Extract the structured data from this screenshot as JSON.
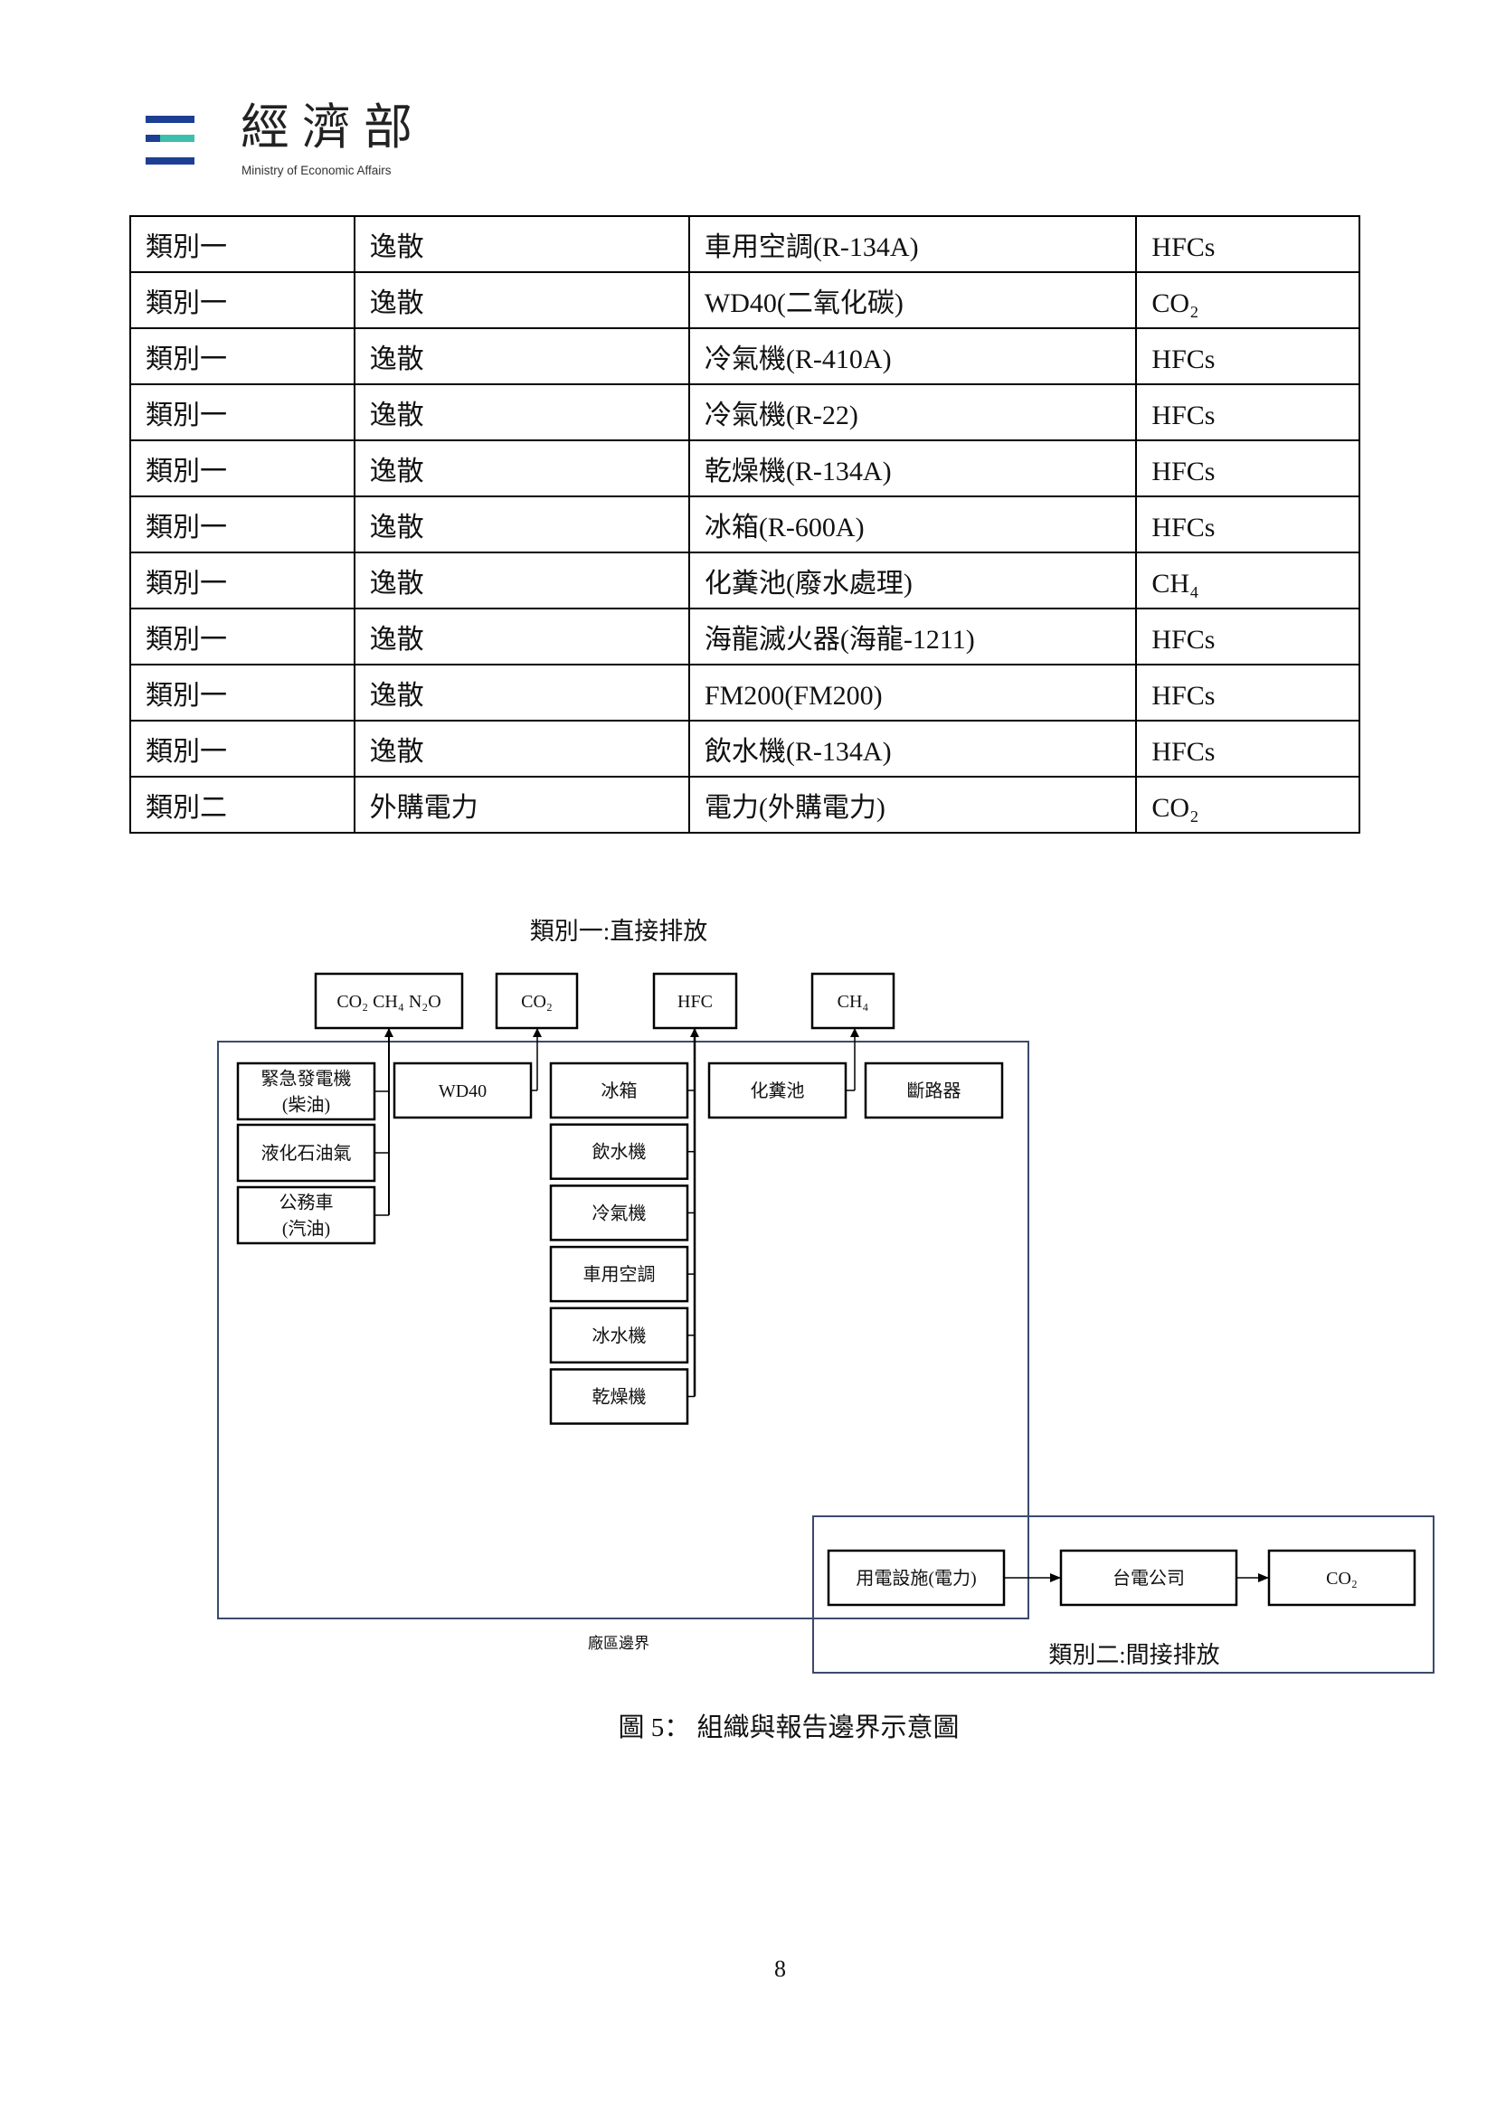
{
  "header": {
    "logo_title": "經濟部",
    "logo_subtitle": "Ministry of Economic Affairs",
    "colors": {
      "navy": "#1d3f93",
      "teal": "#3dbfae"
    }
  },
  "table": {
    "rows": [
      [
        "類別一",
        "逸散",
        "車用空調(R-134A)",
        "HFCs"
      ],
      [
        "類別一",
        "逸散",
        "WD40(二氧化碳)",
        "CO₂"
      ],
      [
        "類別一",
        "逸散",
        "冷氣機(R-410A)",
        "HFCs"
      ],
      [
        "類別一",
        "逸散",
        "冷氣機(R-22)",
        "HFCs"
      ],
      [
        "類別一",
        "逸散",
        "乾燥機(R-134A)",
        "HFCs"
      ],
      [
        "類別一",
        "逸散",
        "冰箱(R-600A)",
        "HFCs"
      ],
      [
        "類別一",
        "逸散",
        "化糞池(廢水處理)",
        "CH₄"
      ],
      [
        "類別一",
        "逸散",
        "海龍滅火器(海龍-1211)",
        "HFCs"
      ],
      [
        "類別一",
        "逸散",
        "FM200(FM200)",
        "HFCs"
      ],
      [
        "類別一",
        "逸散",
        "飲水機(R-134A)",
        "HFCs"
      ],
      [
        "類別二",
        "外購電力",
        "電力(外購電力)",
        "CO₂"
      ]
    ]
  },
  "diagram": {
    "cat1_title": "類別一:直接排放",
    "gases": [
      "CO₂ CH₄ N₂O",
      "CO₂",
      "HFC",
      "CH₄"
    ],
    "left_col": [
      [
        "緊急發電機",
        "(柴油)"
      ],
      [
        "液化石油氣"
      ],
      [
        "公務車",
        "(汽油)"
      ]
    ],
    "wd40": "WD40",
    "hfc_col": [
      "冰箱",
      "飲水機",
      "冷氣機",
      "車用空調",
      "冰水機",
      "乾燥機"
    ],
    "septic": "化糞池",
    "breaker": "斷路器",
    "boundary_label": "廠區邊界",
    "cat2_title": "類別二:間接排放",
    "cat2_chain": [
      "用電設施(電力)",
      "台電公司",
      "CO₂"
    ]
  },
  "caption": "圖 5：  組織與報告邊界示意圖",
  "page_number": "8"
}
